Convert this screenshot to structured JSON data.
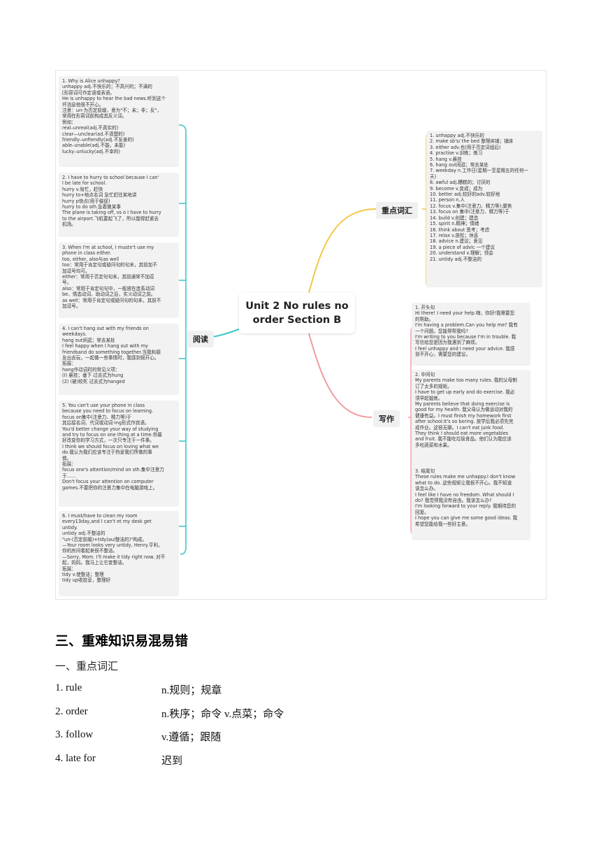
{
  "mindmap": {
    "center_title": "Unit 2 No rules no order Section B",
    "branches": {
      "vocab": "重点词汇",
      "reading": "阅读",
      "writing": "写作"
    },
    "colors": {
      "reading_line": "#3cc9c4",
      "vocab_line": "#f2c744",
      "writing_line": "#f29ba0"
    },
    "reading_boxes": [
      "1. Why is Alice unhappy?\nunhappy adj.不快乐的；不高兴的；不满的\n[形容词可作定语或表语。\nHe is unhappy to hear the bad news.听到这个\n坏消息他很不开心。\n注意：un-为否定前缀，意为\"不；未；非；反\"，\n常用在形容词前构成其反义词。\n例如：\nreal–unreal(adj.不真实的)\nclear—unclear(ad.不清楚的)\nfriendly–unfiendly(adj.不友善的)\nable–unable(adj.不能，未能)\nlucky–unlucky(adj.不幸的)",
      "2. I have to hurry to school because I can'\nl be late for school.\nhurry v.匆忙，赶快\nhurry to+地点名词 急忙赶往某地讲\nhurry p快点(用于催促)\nhurry to do sth.急着做某事\nThe plane is taking off, vs o I have to hurry\nto the airport.飞机要起飞了，所以我得赶紧去\n机场。",
      "3. When I'm at school, I mustn't use my\nphone in class either.\ntoo, either, also与as well\ntoo：常用于肯定句或疑问句的句末，其前加不\n加逗号均可。\neither：常用于否定句句末，其前通常不加逗\n号。\nalso：常用于肯定句句中，一般放在连系动词\nbe、情态动词、助动词之后，实义动词之前。\nas well：常用于肯定句或疑问句的句末，其前不\n加逗号。",
      "4. I can't hang out with my friends on\nweekdays.\nhang out闲逛；常去某处\nI feel happy when I hang out with my\nfriendsand do something together.当我和朋\n友出去玩，一起做一些事情时，我感到很开心。\n拓展：\nhang作动词时的常见义项：\n(I) 悬挂；垂下 过去式为hung\n(2) (被)绞死 过去式为hanged",
      "5. You can't use your phone in class\nbecause you need to focus on learning.\nfocus on集中(注意力、精力等)于\n其后接名词、代词或动词-ing形式作宾语。\nYou'd better change your way of studying\nand try to focus on one thing at a time.你最\n好改变你的学习方式，一次只专注于一件事。\nI think we should focus on loving what we\ndo.我认为我们应该专注于热爱我们所做的事\n情。\n拓展：\nfocus one's attention/mind on sth.集中注意力\n于……\nDon't focus your attention on computer\ngames.不要把你的注意力集中在电脑游戏上。",
      "6. I must/have to clean my room\nevery13day,and I can't et my desk get\nuntidy.\nuntidy adj.不整洁的\n\"un-(否定前缀)+tidy(aul整洁的)\"构成。\n—Your room looks very untidy, Henry.亨利，\n你的房间看起来很不整洁。\n—Sorry, Mom. I'll make it tidy right now. 对不\n起，妈妈。我马上让它变整洁。\n拓展：\ntidy v.使整洁；整理\ntidy up收拾妥，整理好"
    ],
    "vocab_box": "1. unhappy adj.不快乐的\n2. make sb's/ the bed 整理床铺；铺床\n3. either adv.也(用于否定词组后)\n4. practise v.训练；练习\n5. hang v.悬挂\n6. hang out闲逛；常去某处\n7. weekday n.工作日(星期一至星期五的任何一\n天)\n8. awful adj.糟糕的；讨厌的\n9. become v.变成；成为\n10. better adj.较好的adv.较好地\n11. person n.人\n12. focus v.集中(注意力、精力等);聚焦\n13. focus on 集中(注意力、精力等)于\n14. build v.创建；建造\n15. spirit n.精神；情绪\n16. think about 思考；考虑\n17. relax v.放松；休息\n18. advice n.建议；意见\n19. a piece of advic 一个建议\n20. understand v.理解；领会\n21. untidy adj.不整洁的",
    "writing_boxes": [
      "1. 开头句\nHi there! I need your help.嗨，你好!我需要您\n的帮助。\nI'm having a problem.Can you help me? 我有\n一个问题。您能帮帮我吗?\nI'm writing to you because I'm in trouble. 我\n写信给您是因为我遇到了麻烦。\nI feel unhappy and I need your advice. 我感\n到不开心，需要您的建议。",
      "2. 中间句\nMy parents make too many rules. 我的父母制\n订了太多的规矩。\nI have to get up early and do exercise. 我必\n须早起锻炼。\nMy parents believe that doing exercise is\ngood for my health. 我父母认为做运动对我的\n健康有益。I must finish my homework first\nafter school.It's so boring. 放学后我必须先完\n成作业。这很无聊。I can't eat junk food.\nThey think I should eat more vegetables\nand fruit. 我不能吃垃圾食品。他们认为我应该\n多吃蔬菜和水果。",
      "3. 结尾句\nThese rules make me unhappy.I don't know\nwhat to do. 这些规矩让我很不开心。我不知道\n该怎么办。\nI feel like I have no freedom. What should I\ndo? 我觉得我没有自由。我该怎么办?\nI'm looking forward to your reply. 我期待您的\n回复。\nI hope you can give me some good ideas. 我\n希望您能给我一些好主意。"
    ]
  },
  "section": {
    "heading": "三、重难知识易混易错",
    "subheading": "一、重点词汇",
    "vocab": [
      {
        "word": "1. rule",
        "meaning": "n.规则；规章"
      },
      {
        "word": "2. order",
        "meaning": "n.秩序；命令 v.点菜；命令"
      },
      {
        "word": "3. follow",
        "meaning": "v.遵循；跟随"
      },
      {
        "word": "4. late for",
        "meaning": "迟到"
      }
    ]
  }
}
